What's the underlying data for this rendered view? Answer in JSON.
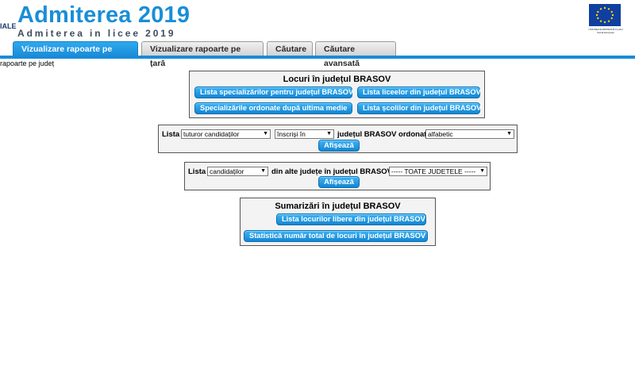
{
  "header": {
    "left_fragment": "IALE",
    "title": "Admiterea 2019",
    "subtitle": "Admiterea in licee 2019",
    "eu_logo_text": "UNIUNEA EUROPEANĂ Fondul Social European"
  },
  "tabs": [
    {
      "label": "Vizualizare rapoarte pe județ",
      "active": true
    },
    {
      "label": "Vizualizare rapoarte pe țară",
      "active": false
    },
    {
      "label": "Căutare",
      "active": false
    },
    {
      "label": "Căutare avansată",
      "active": false
    }
  ],
  "breadcrumb": "rapoarte pe județ",
  "panel_locuri": {
    "title": "Locuri în județul BRASOV",
    "buttons": [
      "Lista specializărilor pentru județul BRASOV",
      "Lista liceelor din județul BRASOV",
      "Specializările ordonate după ultima medie",
      "Lista școlilor din județul BRASOV"
    ]
  },
  "panel_lista": {
    "label_lista": "Lista",
    "select_candidati": "tuturor candidaților",
    "select_inscrisi": "înscriși în",
    "label_judet": "județul BRASOV ordonați",
    "select_ordine": "alfabetic",
    "button": "Afișează"
  },
  "panel_alte": {
    "label_lista": "Lista",
    "select_candidati": "candidaților",
    "label_din": "din alte județe în județul BRASOV",
    "select_judete": "----- TOATE JUDETELE -----",
    "button": "Afișează"
  },
  "panel_sumar": {
    "title": "Sumarizări în județul BRASOV",
    "buttons": [
      "Lista locurilor libere din județul BRASOV",
      "Statistică număr total de locuri în județul BRASOV"
    ]
  },
  "icons": {
    "select_arrow": "▼"
  },
  "colors": {
    "brand_blue": "#1a8ed7",
    "button_blue": "#1486d2",
    "panel_bg": "#f3f3f3"
  }
}
